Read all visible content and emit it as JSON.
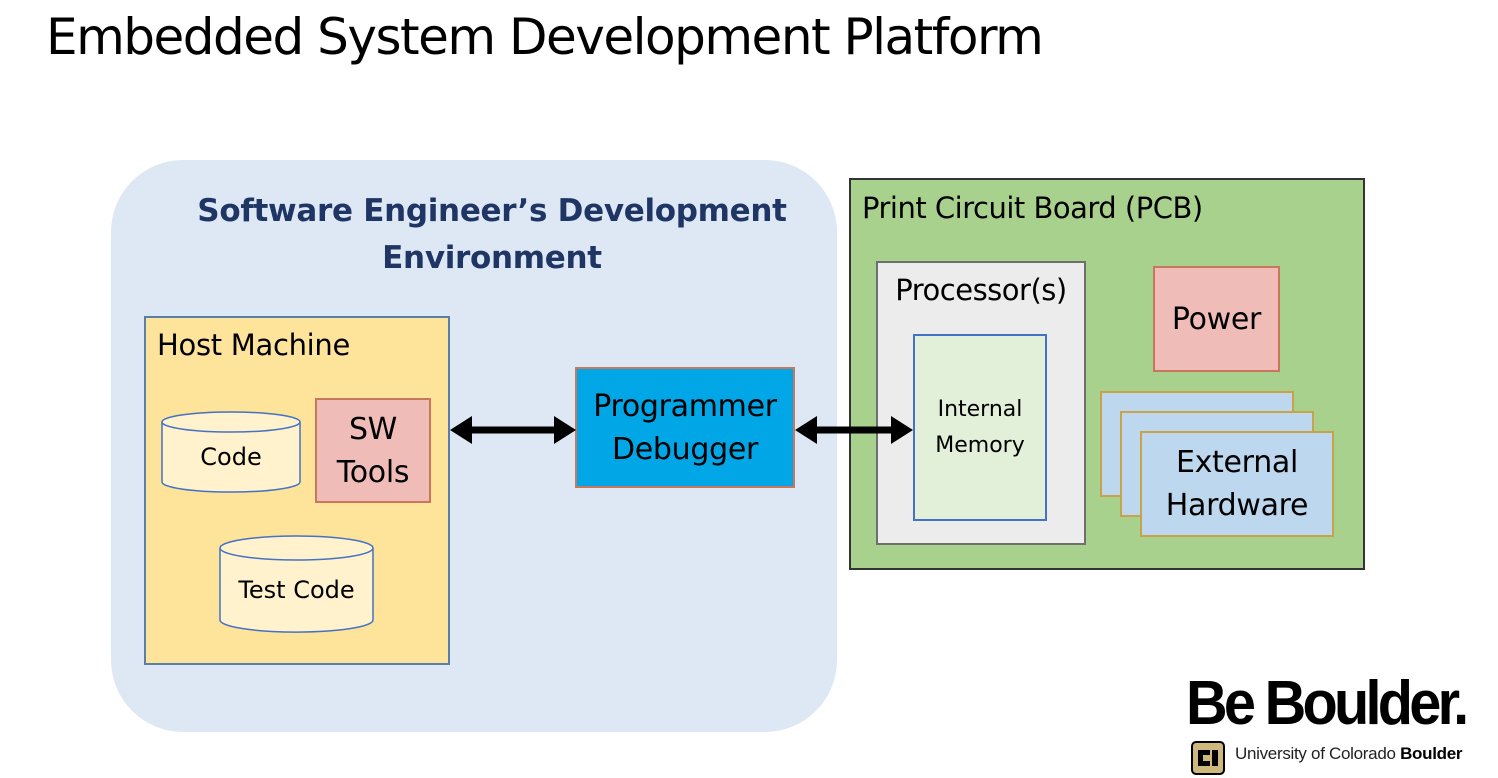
{
  "slide": {
    "title": "Embedded System Development Platform"
  },
  "environment": {
    "title_line1": "Software Engineer’s Development",
    "title_line2": "Environment",
    "title_color": "#1f3564",
    "background_color": "#dee8f4"
  },
  "host_machine": {
    "label": "Host Machine",
    "code_label": "Code",
    "test_code_label": "Test Code",
    "sw_tools_line1": "SW",
    "sw_tools_line2": "Tools"
  },
  "programmer": {
    "line1": "Programmer",
    "line2": "Debugger",
    "color": "#00a6e5"
  },
  "pcb": {
    "label": "Print Circuit Board (PCB)",
    "color": "#a9d18e",
    "processor_label": "Processor(s)",
    "memory_line1": "Internal",
    "memory_line2": "Memory",
    "power_label": "Power",
    "external_line1": "External",
    "external_line2": "Hardware"
  },
  "logo": {
    "main": "Be Boulder.",
    "university": "University of Colorado",
    "campus": "Boulder"
  }
}
